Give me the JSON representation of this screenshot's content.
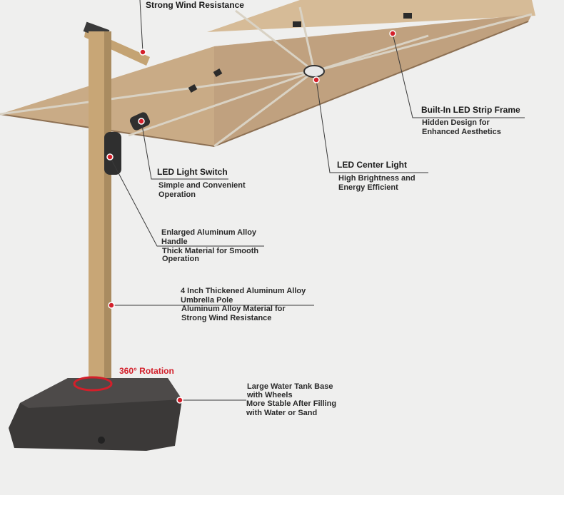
{
  "colors": {
    "background": "#efefee",
    "canopy": "#c9ab86",
    "canopy_shadow": "#b29271",
    "pole": "#c8a676",
    "base": "#3b3938",
    "callout_dot": "#d31f2a",
    "rotation_ring": "#d31f2a"
  },
  "callouts": {
    "top_cut": {
      "text": "Strong Wind Resistance"
    },
    "led_strip": {
      "title": "Built-In LED Strip Frame",
      "sub1": "Hidden Design for",
      "sub2": "Enhanced Aesthetics"
    },
    "center_light": {
      "title": "LED Center Light",
      "sub1": "High Brightness and",
      "sub2": "Energy Efficient"
    },
    "light_switch": {
      "title": "LED Light Switch",
      "sub1": "Simple and Convenient",
      "sub2": "Operation"
    },
    "handle": {
      "title1": "Enlarged Aluminum Alloy",
      "title2": "Handle",
      "sub1": "Thick Material for Smooth",
      "sub2": "Operation"
    },
    "pole": {
      "title1": "4 Inch Thickened Aluminum Alloy",
      "title2": "Umbrella Pole",
      "sub1": "Aluminum Alloy Material for",
      "sub2": "Strong Wind Resistance"
    },
    "rotation": {
      "text": "360° Rotation"
    },
    "base": {
      "title1": "Large Water Tank Base",
      "title2": "with Wheels",
      "sub1": "More Stable After Filling",
      "sub2": "with Water or Sand"
    }
  }
}
